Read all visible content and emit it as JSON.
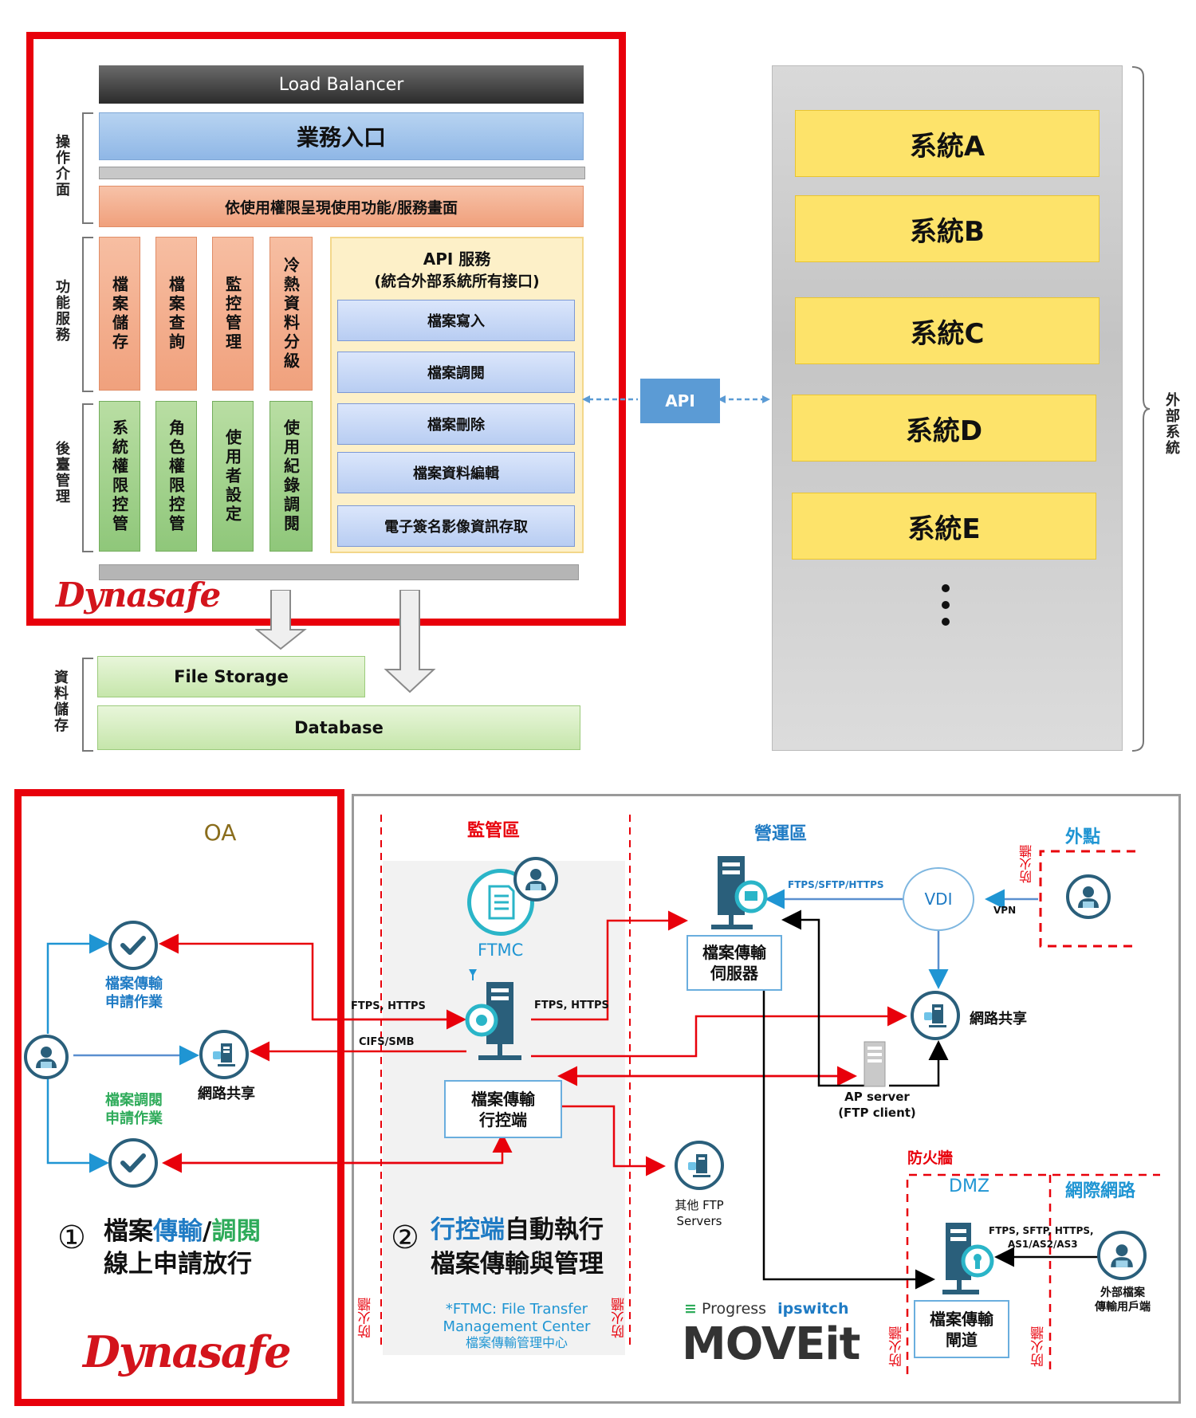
{
  "top": {
    "load_balancer": "Load Balancer",
    "business_entry": "業務入口",
    "permission_bar": "依使用權限呈現使用功能/服務畫面",
    "side_labels": {
      "op": "操作介面",
      "func": "功能服務",
      "back": "後臺管理",
      "data": "資料儲存",
      "ext": "外部系統"
    },
    "func_cols": [
      "檔案儲存",
      "檔案查詢",
      "監控管理",
      "冷熱資料分級"
    ],
    "back_cols": [
      "系統權限控管",
      "角色權限控管",
      "使用者設定",
      "使用紀錄調閱"
    ],
    "api_service_title": "API 服務",
    "api_service_sub": "(統合外部系統所有接口)",
    "api_items": [
      "檔案寫入",
      "檔案調閱",
      "檔案刪除",
      "檔案資料編輯",
      "電子簽名影像資訊存取"
    ],
    "api_box": "API",
    "brand": "Dynasafe",
    "file_storage": "File Storage",
    "database": "Database",
    "systems": [
      "系統A",
      "系統B",
      "系統C",
      "系統D",
      "系統E"
    ]
  },
  "bottom": {
    "oa_title": "OA",
    "apply_transfer": [
      "檔案傳輸",
      "申請作業"
    ],
    "apply_view": [
      "檔案調閱",
      "申請作業"
    ],
    "net_share": "網路共享",
    "left_caption_num": "①",
    "left_caption_l1_a": "檔案",
    "left_caption_l1_b": "傳輸",
    "left_caption_l1_c": "/",
    "left_caption_l1_d": "調閱",
    "left_caption_l2": "線上申請放行",
    "brand": "Dynasafe",
    "zone_monitor": "監管區",
    "zone_ops": "營運區",
    "zone_outside": "外點",
    "zone_dmz": "DMZ",
    "zone_internet": "網際網路",
    "firewall": "防火牆",
    "ftmc": "FTMC",
    "proto_ftps_https_l": "FTPS, HTTPS",
    "proto_cifs": "CIFS/SMB",
    "proto_ftps_https_r": "FTPS, HTTPS",
    "proto_vdi": "FTPS/SFTP/HTTPS",
    "proto_vpn": "VPN",
    "proto_dmz_l1": "FTPS, SFTP, HTTPS,",
    "proto_dmz_l2": "AS1/AS2/AS3",
    "controller": [
      "檔案傳輸",
      "行控端"
    ],
    "server": [
      "檔案傳輸",
      "伺服器"
    ],
    "gateway": [
      "檔案傳輸",
      "閘道"
    ],
    "vdi": "VDI",
    "ap_server_l1": "AP server",
    "ap_server_l2": "(FTP client)",
    "other_ftp_l1": "其他 FTP",
    "other_ftp_l2": "Servers",
    "ext_client_l1": "外部檔案",
    "ext_client_l2": "傳輸用戶端",
    "mid_caption_num": "②",
    "mid_caption_l1_a": "行控端",
    "mid_caption_l1_b": "自動執行",
    "mid_caption_l2": "檔案傳輸與管理",
    "ftmc_note_l1": "*FTMC: File Transfer",
    "ftmc_note_l2": "Management Center",
    "ftmc_note_l3": "檔案傳輸管理中心",
    "progress": "Progress",
    "ipswitch": "ipswitch",
    "moveit": "MOVEit"
  }
}
